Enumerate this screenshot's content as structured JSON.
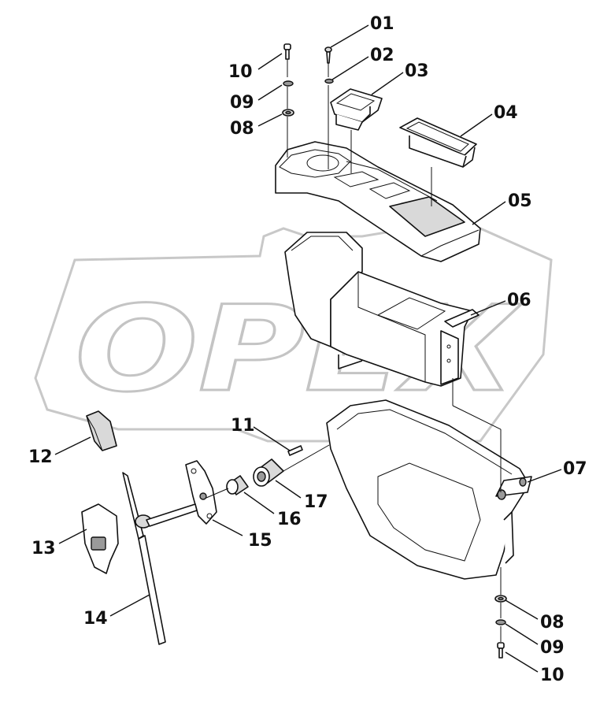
{
  "watermark": {
    "text": "OPEX"
  },
  "corner_mark": "",
  "callouts": [
    {
      "id": "01",
      "label": "01"
    },
    {
      "id": "02",
      "label": "02"
    },
    {
      "id": "03",
      "label": "03"
    },
    {
      "id": "04",
      "label": "04"
    },
    {
      "id": "05",
      "label": "05"
    },
    {
      "id": "06",
      "label": "06"
    },
    {
      "id": "07",
      "label": "07"
    },
    {
      "id": "08a",
      "label": "08"
    },
    {
      "id": "09a",
      "label": "09"
    },
    {
      "id": "10a",
      "label": "10"
    },
    {
      "id": "08b",
      "label": "08"
    },
    {
      "id": "09b",
      "label": "09"
    },
    {
      "id": "10b",
      "label": "10"
    },
    {
      "id": "11",
      "label": "11"
    },
    {
      "id": "12",
      "label": "12"
    },
    {
      "id": "13",
      "label": "13"
    },
    {
      "id": "14",
      "label": "14"
    },
    {
      "id": "15",
      "label": "15"
    },
    {
      "id": "16",
      "label": "16"
    },
    {
      "id": "17",
      "label": "17"
    }
  ]
}
